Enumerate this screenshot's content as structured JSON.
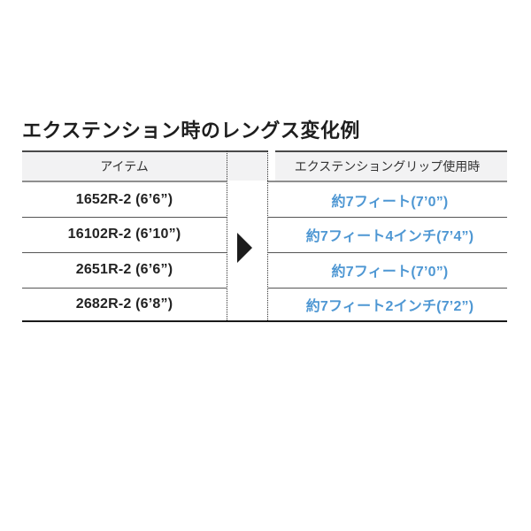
{
  "page": {
    "title": "エクステンション時のレングス変化例"
  },
  "table": {
    "header": {
      "item_column": "アイテム",
      "extended_column": "エクステンショングリップ使用時"
    },
    "rows": [
      {
        "item": "1652R-2 (6’6”)",
        "extended": "約7フィート(7’0”)"
      },
      {
        "item": "16102R-2 (6’10”)",
        "extended": "約7フィート4インチ(7’4”)"
      },
      {
        "item": "2651R-2 (6’6”)",
        "extended": "約7フィート(7’0”)"
      },
      {
        "item": "2682R-2 (6’8”)",
        "extended": "約7フィート2インチ(7’2”)"
      }
    ],
    "arrow_icon": "right-triangle-arrow"
  },
  "colors": {
    "accent_blue": "#4e97d3",
    "header_bg": "#f2f2f3",
    "text_dark": "#222222",
    "border_dark": "#1a1a1a"
  }
}
